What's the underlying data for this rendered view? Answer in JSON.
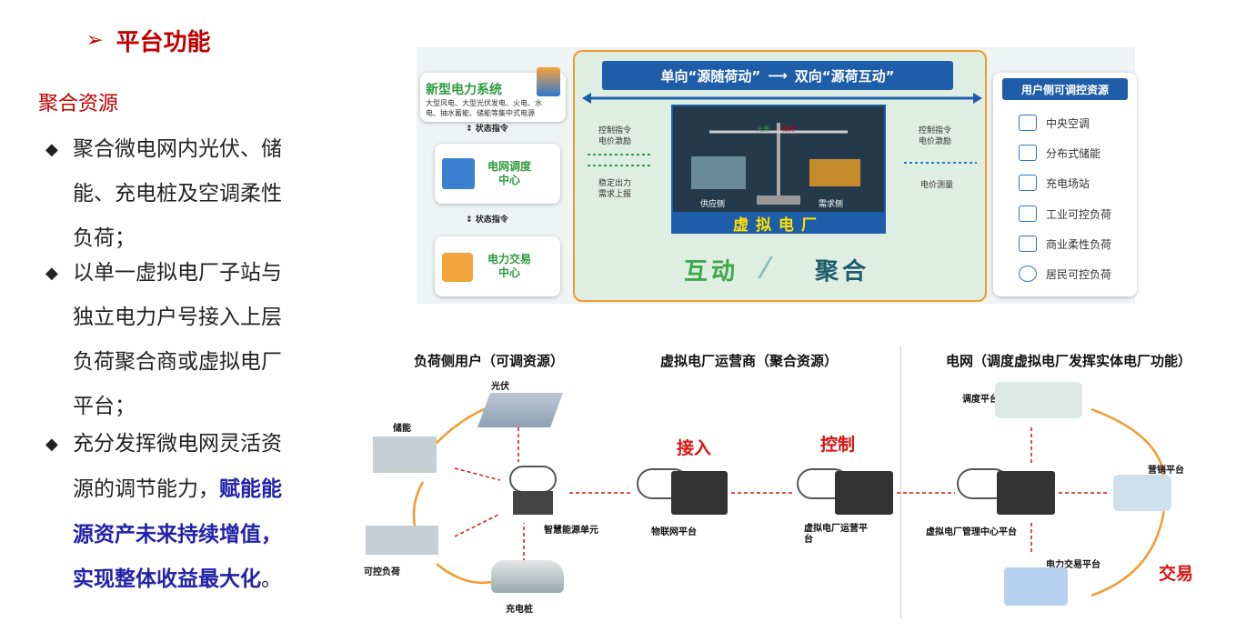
{
  "header": {
    "arrow": "➢",
    "title": "平台功能"
  },
  "aggregate_title": "聚合资源",
  "bullets": [
    {
      "mark": "◆",
      "lines": [
        "聚合微电网内光伏、储",
        "能、充电桩及空调柔性",
        "负荷；"
      ]
    },
    {
      "mark": "◆",
      "lines": [
        "以单一虚拟电厂子站与",
        "独立电力户号接入上层",
        "负荷聚合商或虚拟电厂",
        "平台；"
      ]
    },
    {
      "mark": "◆",
      "lines": [
        "充分发挥微电网灵活资",
        "源的调节能力，"
      ],
      "bold_lines": [
        "赋能能",
        "源资产未来持续增值，",
        "实现整体收益最大化"
      ],
      "tail": "。"
    }
  ],
  "top": {
    "system_title": "新型电力系统",
    "system_sub": [
      "大型风电、大型光伏发电、火电、水",
      "电、抽水蓄能、储能等集中式电源"
    ],
    "status1": "状态指令",
    "status2": "状态指令",
    "grid_dispatch": [
      "电网调度",
      "中心"
    ],
    "trade_center": [
      "电力交易",
      "中心"
    ],
    "banner_left": "单向“源随荷动”",
    "banner_right": "双向“源荷互动”",
    "left_arrows_top": [
      "控制指令",
      "电价激励"
    ],
    "left_arrows_bottom": [
      "稳定出力",
      "需求上报"
    ],
    "right_arrows_top": [
      "控制指令",
      "电价激励"
    ],
    "right_arrows_bottom": "电价测量",
    "scale_left": "光景",
    "scale_right": "柔荷",
    "supply": "供应侧",
    "demand": "需求侧",
    "vpp": "虚拟电厂",
    "interact": "互动",
    "aggregate": "聚合",
    "res_title": "用户侧可调控资源",
    "resources": [
      "中央空调",
      "分布式储能",
      "充电场站",
      "工业可控负荷",
      "商业柔性负荷",
      "居民可控负荷"
    ]
  },
  "bottom": {
    "h1": "负荷侧用户（可调资源）",
    "h2": "虚拟电厂运营商（聚合资源）",
    "h3": "电网（调度虚拟电厂发挥实体电厂功能）",
    "pv": "光伏",
    "storage": "储能",
    "ctrl_load": "可控负荷",
    "charger": "充电桩",
    "smart_unit": "智慧能源单元",
    "iot": "物联网平台",
    "operator": [
      "虚拟电厂运营平",
      "台"
    ],
    "mgmt": "虚拟电厂管理中心平台",
    "dispatch": "调度平台",
    "marketing": "营销平台",
    "trading": "电力交易平台",
    "access": "接入",
    "control": "控制",
    "trade": "交易"
  },
  "colors": {
    "red": "#c00000",
    "blue": "#1e5da8",
    "orange": "#f39a2d",
    "green": "#2e9a3e"
  }
}
